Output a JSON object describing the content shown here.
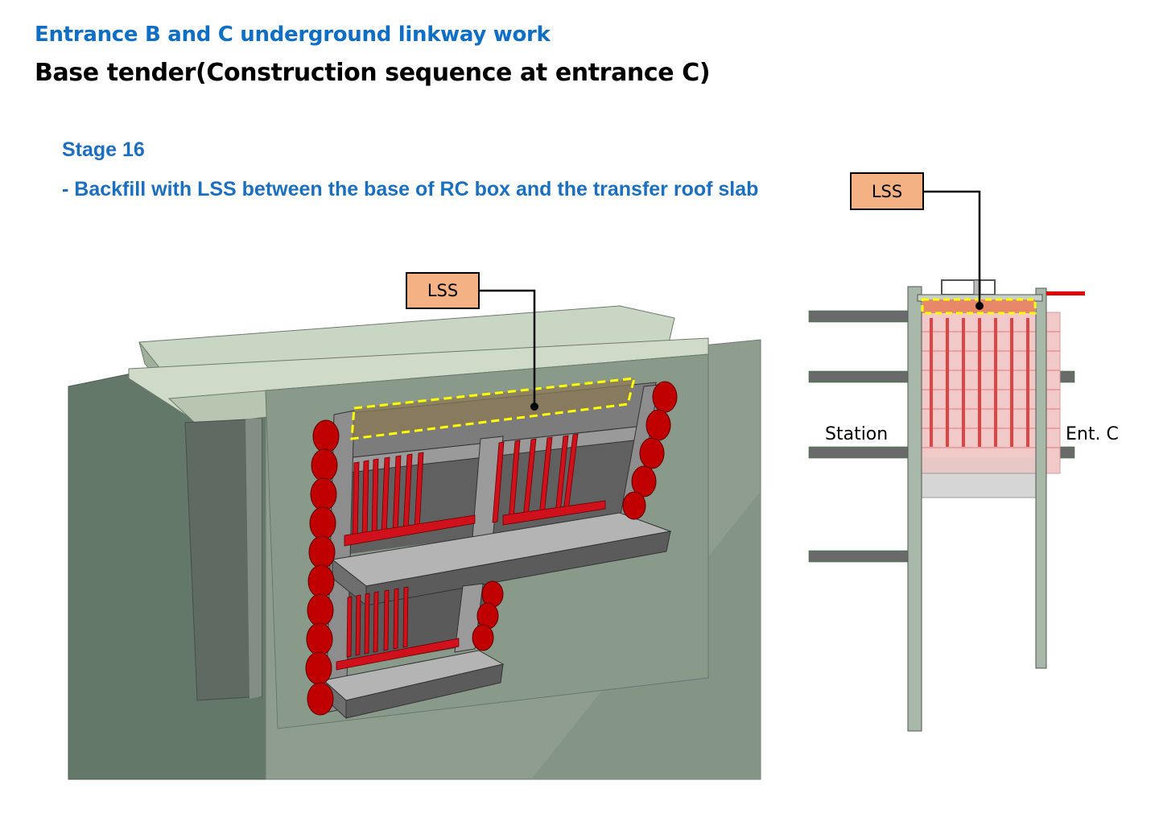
{
  "header": {
    "title": "Entrance B and C underground linkway work",
    "subtitle": "Base tender(Construction sequence at entrance C)"
  },
  "stage": {
    "label": "Stage 16",
    "description": "- Backfill with LSS between the base of RC box and the transfer roof slab"
  },
  "callouts": {
    "lss_3d": "LSS",
    "lss_section": "LSS"
  },
  "section": {
    "left_label": "Station",
    "right_label": "Ent. C"
  },
  "colors": {
    "title_blue": "#0f6fc6",
    "lss_fill": "#f4b183",
    "pile_red": "#c00000",
    "highlight_yellow": "#ffff00"
  }
}
